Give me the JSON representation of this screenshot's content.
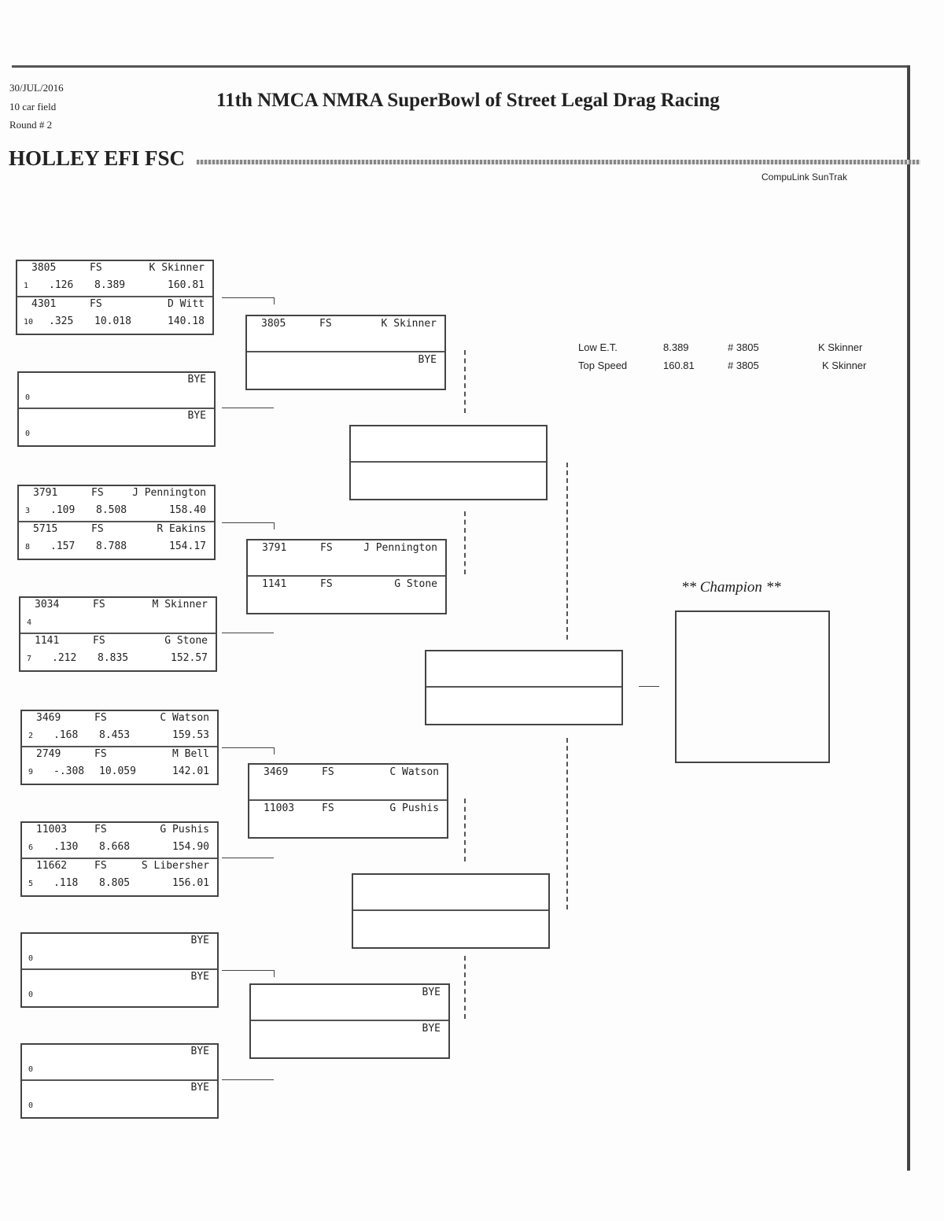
{
  "header": {
    "date": "30/JUL/2016",
    "field": "10 car field",
    "round": "Round # 2",
    "title": "11th NMCA NMRA SuperBowl of Street Legal Drag Racing",
    "event": "HOLLEY EFI FSC",
    "timing": "CompuLink SunTrak"
  },
  "round1": [
    {
      "top": {
        "num": "3805",
        "cls": "FS",
        "name": "K Skinner",
        "seed": "1",
        "rt": ".126",
        "et": "8.389",
        "mph": "160.81"
      },
      "bottom": {
        "num": "4301",
        "cls": "FS",
        "name": "D Witt",
        "seed": "10",
        "rt": ".325",
        "et": "10.018",
        "mph": "140.18"
      }
    },
    {
      "top": {
        "num": "",
        "cls": "",
        "name": "BYE",
        "seed": "0",
        "rt": "",
        "et": "",
        "mph": ""
      },
      "bottom": {
        "num": "",
        "cls": "",
        "name": "BYE",
        "seed": "0",
        "rt": "",
        "et": "",
        "mph": ""
      }
    },
    {
      "top": {
        "num": "3791",
        "cls": "FS",
        "name": "J Pennington",
        "seed": "3",
        "rt": ".109",
        "et": "8.508",
        "mph": "158.40"
      },
      "bottom": {
        "num": "5715",
        "cls": "FS",
        "name": "R Eakins",
        "seed": "8",
        "rt": ".157",
        "et": "8.788",
        "mph": "154.17"
      }
    },
    {
      "top": {
        "num": "3034",
        "cls": "FS",
        "name": "M Skinner",
        "seed": "4",
        "rt": "",
        "et": "",
        "mph": ""
      },
      "bottom": {
        "num": "1141",
        "cls": "FS",
        "name": "G Stone",
        "seed": "7",
        "rt": ".212",
        "et": "8.835",
        "mph": "152.57"
      }
    },
    {
      "top": {
        "num": "3469",
        "cls": "FS",
        "name": "C Watson",
        "seed": "2",
        "rt": ".168",
        "et": "8.453",
        "mph": "159.53"
      },
      "bottom": {
        "num": "2749",
        "cls": "FS",
        "name": "M Bell",
        "seed": "9",
        "rt": "-.308",
        "et": "10.059",
        "mph": "142.01"
      }
    },
    {
      "top": {
        "num": "11003",
        "cls": "FS",
        "name": "G Pushis",
        "seed": "6",
        "rt": ".130",
        "et": "8.668",
        "mph": "154.90"
      },
      "bottom": {
        "num": "11662",
        "cls": "FS",
        "name": "S Libersher",
        "seed": "5",
        "rt": ".118",
        "et": "8.805",
        "mph": "156.01"
      }
    },
    {
      "top": {
        "num": "",
        "cls": "",
        "name": "BYE",
        "seed": "0",
        "rt": "",
        "et": "",
        "mph": ""
      },
      "bottom": {
        "num": "",
        "cls": "",
        "name": "BYE",
        "seed": "0",
        "rt": "",
        "et": "",
        "mph": ""
      }
    },
    {
      "top": {
        "num": "",
        "cls": "",
        "name": "BYE",
        "seed": "0",
        "rt": "",
        "et": "",
        "mph": ""
      },
      "bottom": {
        "num": "",
        "cls": "",
        "name": "BYE",
        "seed": "0",
        "rt": "",
        "et": "",
        "mph": ""
      }
    }
  ],
  "round2": [
    {
      "top": {
        "num": "3805",
        "cls": "FS",
        "name": "K Skinner"
      },
      "bottom": {
        "num": "",
        "cls": "",
        "name": "BYE"
      }
    },
    {
      "top": {
        "num": "3791",
        "cls": "FS",
        "name": "J Pennington"
      },
      "bottom": {
        "num": "1141",
        "cls": "FS",
        "name": "G Stone"
      }
    },
    {
      "top": {
        "num": "3469",
        "cls": "FS",
        "name": "C Watson"
      },
      "bottom": {
        "num": "11003",
        "cls": "FS",
        "name": "G Pushis"
      }
    },
    {
      "top": {
        "num": "",
        "cls": "",
        "name": "BYE"
      },
      "bottom": {
        "num": "",
        "cls": "",
        "name": "BYE"
      }
    }
  ],
  "records": {
    "low_et": {
      "label": "Low  E.T.",
      "value": "8.389",
      "car": "# 3805",
      "name": "K Skinner"
    },
    "top_speed": {
      "label": "Top Speed",
      "value": "160.81",
      "car": "# 3805",
      "name": "K Skinner"
    }
  },
  "champion": {
    "label": "** Champion **"
  }
}
